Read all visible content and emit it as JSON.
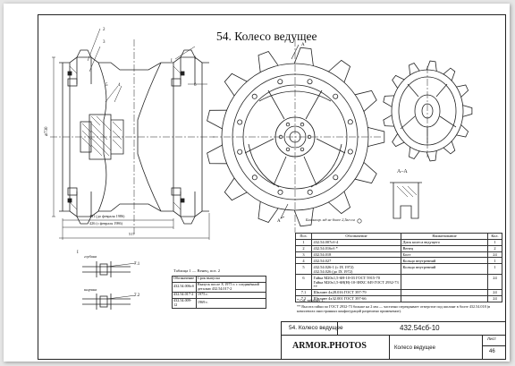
{
  "title": "54. Колесо ведущее",
  "callouts": {
    "c2": "2",
    "c3": "3",
    "c5": "5",
    "c4": "4",
    "c1": "1",
    "c6": "6",
    "c71": "7.1",
    "c72": "7.2"
  },
  "section_marks": {
    "I_left": "I",
    "I_detail": "I",
    "A_top": "A",
    "A_bottom": "A",
    "AA": "A–A"
  },
  "dimensions": {
    "dia": "⌀730",
    "d1": "431 (до февраля 1986)",
    "d2": "426 (с февраля 1986)",
    "d3": "517"
  },
  "detail_labels": {
    "top": "глубина",
    "bottom": "ширина"
  },
  "balance_note": "Балансир. мд не более 2,5кг·см",
  "table1": {
    "title": "Таблица 1 — Венец, поз. 2",
    "headers": [
      "Обозначение",
      "Срок выпуска"
    ],
    "rows": [
      [
        "432.54.006сб",
        "Выпуск после X 1975 г. с соединённой деталью 432.54.017-2"
      ],
      [
        "432.54.017-2",
        "1975 г."
      ],
      [
        "432.54.009-12",
        "1969 г."
      ]
    ]
  },
  "spec": {
    "headers": [
      "Поз.",
      "Обозначение",
      "Наименование",
      "Кол."
    ],
    "rows": [
      [
        "1",
        "432.54.007сб-4",
        "Диск колеса ведущего",
        "1"
      ],
      [
        "2",
        "432.54.016сб *",
        "Венец",
        "2"
      ],
      [
        "3",
        "432.54.018",
        "Болт",
        "24"
      ],
      [
        "4",
        "432.54.027",
        "Кольцо внутренний",
        "1"
      ],
      [
        "5",
        "432.54.026-1 (с IX 1972)\n432.54.026 (до IX 1972)",
        "Кольцо внутренний",
        "1"
      ],
      [
        "6",
        "Гайка М20х1,5-6Н-10-03 ГОСТ 5915-70\nГайка М20х1,5-6Н(Н)-10-ЗНХС 049 ГОСТ 2932-73 **",
        "",
        "24"
      ],
      [
        "7.1",
        "Шплинт 4х28.016 ГОСТ 397-79",
        "",
        "24"
      ],
      [
        "7.2",
        "Шплинт 4х32.001 ГОСТ 397-66",
        "",
        "24"
      ]
    ],
    "note1": "*   См. таблицу 1.",
    "note2": "**  Высота гайки по ГОСТ 2932-73 больше на 2 мм — частично перекрывает отверстие под шплинт в болте 432.54.018 (в комплектах иностранных конфигураций разрешено применение)."
  },
  "stamp": {
    "left_title": "54. Колесо ведущее",
    "code": "432.54сб-10",
    "name": "Колесо ведущее",
    "sheet_label": "Лист",
    "sheet_no": "46",
    "brand": "ARMOR.PHOTOS"
  }
}
